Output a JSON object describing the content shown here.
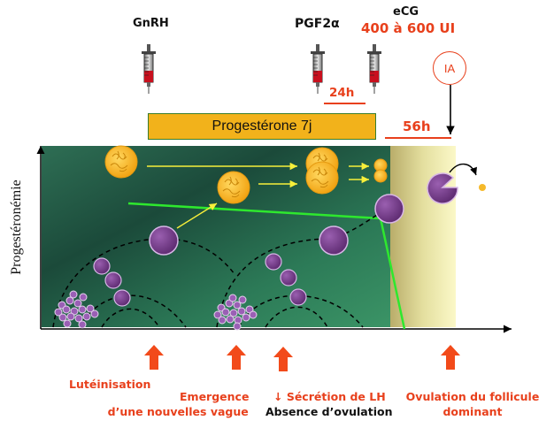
{
  "top": {
    "gnrh": "GnRH",
    "pgf": "PGF2α",
    "ecg": "eCG",
    "ecg_dose": "400 à 600 UI",
    "ia": "IA"
  },
  "progesterone_box": "Progestérone 7j",
  "intervals": {
    "h24": "24h",
    "h56": "56h"
  },
  "y_axis_label": "Progestéronémie",
  "events": {
    "luteinisation": "Lutéinisation",
    "emergence_line1": "Emergence",
    "emergence_line2": "d’une nouvelles vague",
    "lh_line1": "↓ Sécrétion de LH",
    "lh_line2": "Absence d’ovulation",
    "ovulation_line1": "Ovulation du follicule",
    "ovulation_line2": "dominant"
  },
  "colors": {
    "accent_red": "#e8401c",
    "progesterone_box": "#f2b21b",
    "panel_green_dark": "#1d4d3c",
    "panel_green_light": "#3f8f6a",
    "follicle_purple": "#7b3f8e",
    "corpus_luteum": "#f5b92a",
    "progesterone_line": "#2ee82e"
  }
}
